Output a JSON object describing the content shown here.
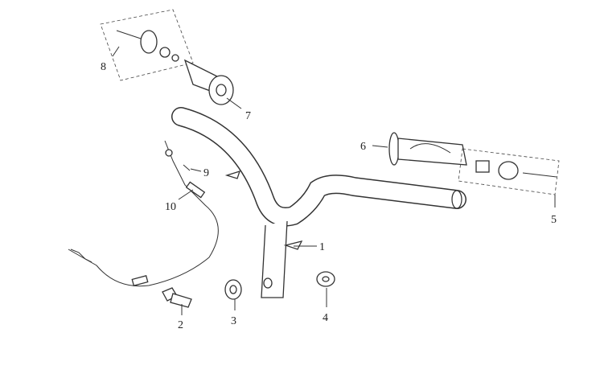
{
  "diagram": {
    "parts": [
      {
        "number": "1",
        "part": "handlebar"
      },
      {
        "number": "2",
        "part": "bolt"
      },
      {
        "number": "3",
        "part": "collar"
      },
      {
        "number": "4",
        "part": "nut"
      },
      {
        "number": "5",
        "part": "right-grip-end-assembly"
      },
      {
        "number": "6",
        "part": "right-grip"
      },
      {
        "number": "7",
        "part": "left-grip"
      },
      {
        "number": "8",
        "part": "left-grip-end-assembly"
      },
      {
        "number": "9",
        "part": "screw"
      },
      {
        "number": "10",
        "part": "throttle-cable"
      }
    ],
    "colors": {
      "line": "#333333",
      "background": "#ffffff"
    }
  }
}
